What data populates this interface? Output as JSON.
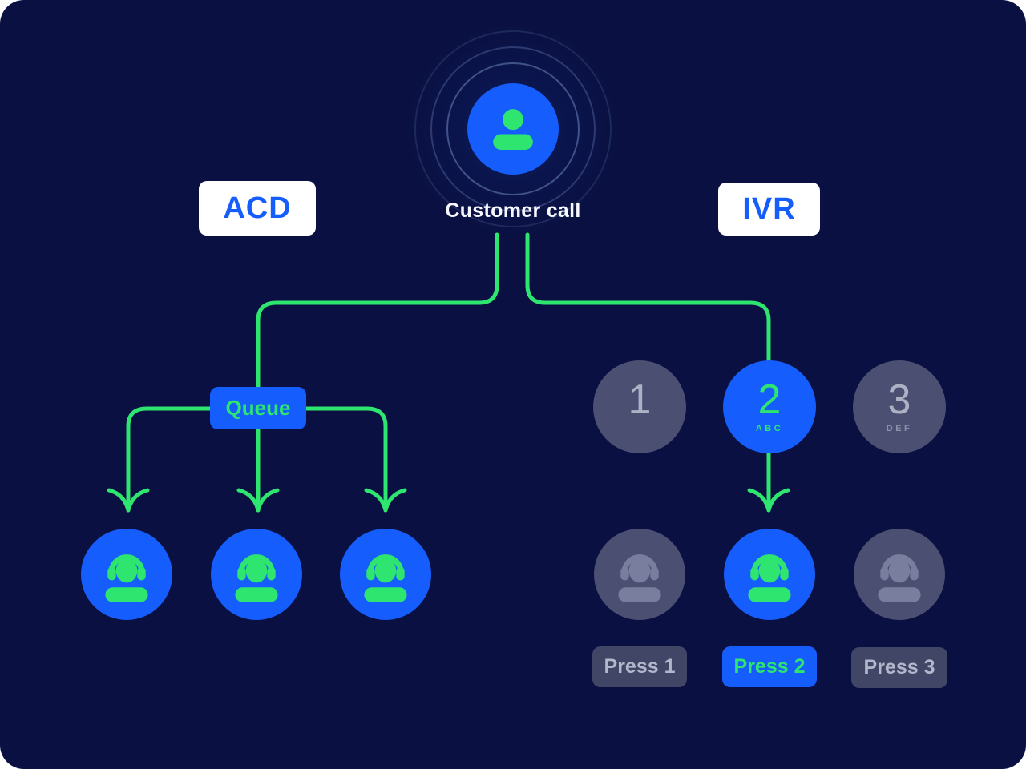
{
  "customer": {
    "label": "Customer call"
  },
  "acd": {
    "label": "ACD",
    "queue_label": "Queue",
    "agent_count": 3
  },
  "ivr": {
    "label": "IVR",
    "keypad": [
      {
        "digit": "1",
        "letters": ""
      },
      {
        "digit": "2",
        "letters": "ABC"
      },
      {
        "digit": "3",
        "letters": "DEF"
      }
    ],
    "selected_option": "2",
    "press_labels": [
      "Press 1",
      "Press 2",
      "Press 3"
    ]
  },
  "icons": {
    "customer": "person-icon",
    "agent": "headset-icon"
  },
  "colors": {
    "background": "#0a1041",
    "accent_blue": "#155dfc",
    "accent_green": "#2ee56f",
    "muted_circle": "#4b4f72",
    "muted_badge": "#414566",
    "muted_text": "#b2b7cb",
    "ring": "#6e86c0",
    "badge_bg": "#ffffff"
  }
}
